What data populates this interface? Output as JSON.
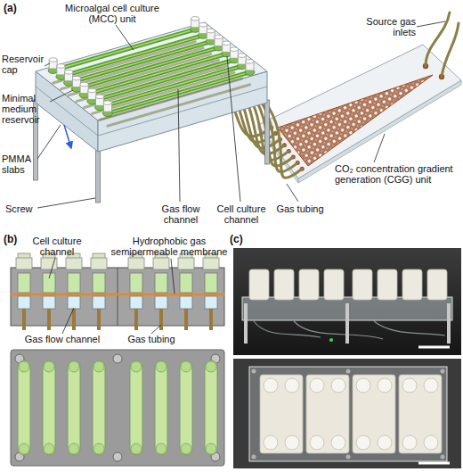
{
  "diagram": {
    "labels": [
      "(a)",
      "Microalgal cell culture (MCC) unit",
      "Source gas inlets",
      "Reservoir cap",
      "Minimal medium reservoir",
      "PMMA slabs",
      "Screw",
      "Gas flow channel",
      "Cell culture channel",
      "Gas tubing",
      "CO₂ concentration gradient generation (CGG) unit",
      "(b)",
      "Cell culture channel",
      "Hydrophobic gas semipermeable membrane",
      "Gas flow channel",
      "Gas tubing",
      "(c)"
    ]
  }
}
